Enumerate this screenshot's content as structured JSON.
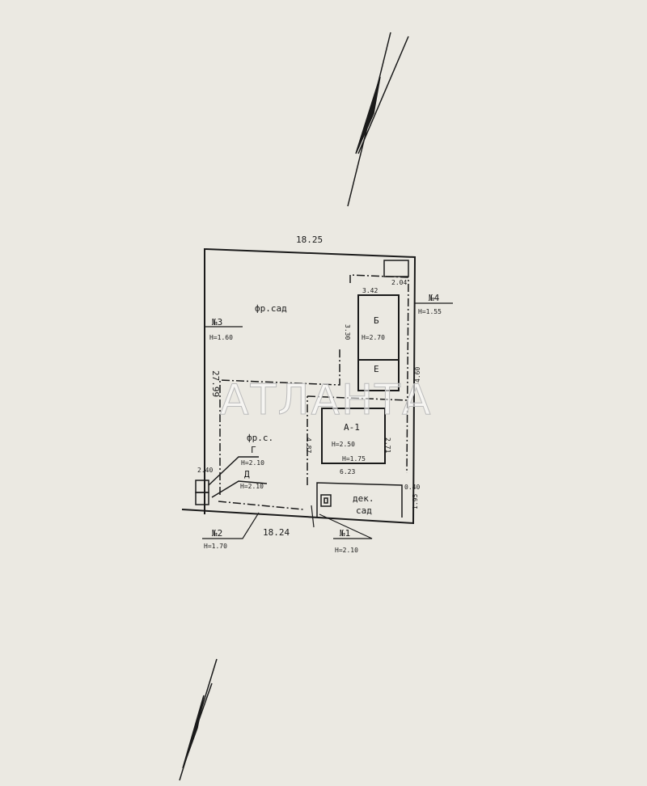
{
  "plan": {
    "top_width": "18.25",
    "bottom_width": "18.24",
    "left_length": "27.99",
    "front_garden": "фр.сад",
    "front_garden_small": "фр.с.",
    "decor_garden_1": "дек.",
    "decor_garden_2": "сад",
    "point_3": {
      "label": "№3",
      "height": "Н=1.60"
    },
    "point_4": {
      "label": "№4",
      "height": "Н=1.55"
    },
    "point_2": {
      "label": "№2",
      "height": "Н=1.70"
    },
    "point_1": {
      "label": "№1",
      "height": "Н=2.10"
    },
    "building_b": {
      "label": "Б",
      "height": "Н=2.70"
    },
    "building_e": {
      "label": "Е"
    },
    "building_a1": {
      "label": "А-1",
      "height": "Н=2.50",
      "height2": "Н=1.75"
    },
    "building_g": {
      "label": "Г"
    },
    "building_d": {
      "label": "Д",
      "height": "Н=2.10",
      "height2": "Н=2.10"
    },
    "dims": {
      "d342": "3.42",
      "d623": "6.23",
      "d040": "0.40",
      "d195": "1.95",
      "d460": "4.60",
      "d330": "3.30",
      "d271": "2.71",
      "d487": "4.87",
      "d204": "2.04",
      "d240": "2.40"
    }
  },
  "watermark": "АТЛАНТА",
  "colors": {
    "paper": "#ebe9e2",
    "ink": "#1a1a1a"
  }
}
